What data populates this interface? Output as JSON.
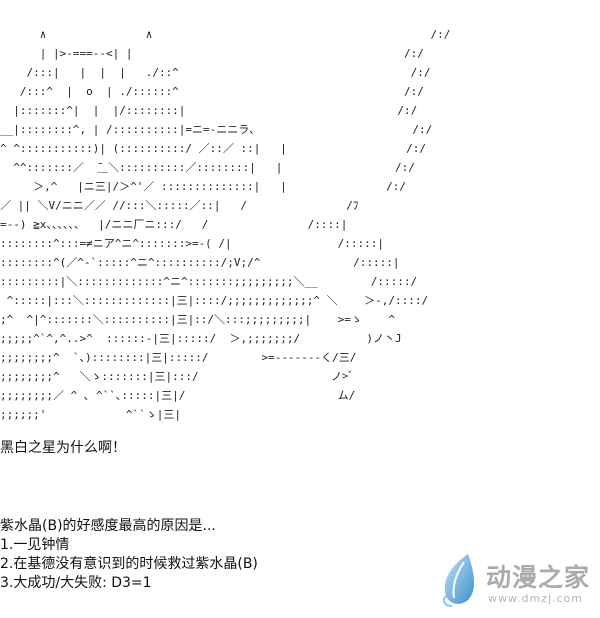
{
  "art_lines": [
    "      ∧               ∧                                          /:/",
    "      | |>-===--<| |                                         /:/",
    "    /:::|   |  |  |   ./::^                                   /:/",
    "   /:::^  |  o  | ./::::::^                                  /:/",
    "  |:::::::^|  |  |/::::::::|                                /:/",
    "__|::::::::^, | /::::::::::|=ニ=-ニニラ、                       /:/",
    "^ ^:::::::::::)| (::::::::::/ ／::／ ::|   |                  /:/",
    "  ^^:::::::／  ̄＿＼::::::::::／::::::::|   |                 /:/",
    "     ＞,^   |ニ三|/＞^'／ ::::::::::::::|   |               /:/",
    "／ || ＼V/ニニ／／ //:::＼:::::／::|   /               /ﾌ",
    "=--) ≧x、、、、、、  |/ニニ厂ニ:::/   /               /::::|",
    "::::::::^:::=≠ニア^ニ^:::::::>=-( /|                /:::::|",
    "::::::::^(／^-`:::::^ニ^::::::::::/;V;/^              /:::::|",
    ":::::::::|＼:::::::::::::^ニ^:::::::;;;;;;;;;＼__        /:::::/",
    " ^:::::|:::＼:::::::::::::|三|::::/;;;;;;;;;;;;;^ ＼    ＞-,/::::/",
    ";^  ^|^:::::::＼::::::::::|三|::/＼:::;;;;;;;;;|    >=ゝ    ^",
    ";;;;;^`^,^..>^  ::::::-|三|:::::/  ＞,;;;;;;;/          )ノ丶J",
    ";;;;;;;;^  `、)::::::::|三|:::::/        >=-------く/三/",
    ";;;;;;;;^   ＼ゝ:::::::|三|:::/                    ノ>ﾞ",
    ";;;;;;;;／ ^ ､ ^``､:::::|三|/                       ム/",
    ";;;;;;'            ^``ゝ|三|"
  ],
  "question": "黑白之星为什么啊！",
  "prompt": "紫水晶(B)的好感度最高的原因是...",
  "options": [
    "1.一见钟情",
    "2.在基德没有意识到的时候救过紫水晶(B)",
    "3.大成功/大失败: D3=1"
  ],
  "watermark": {
    "brand": "动漫之家",
    "url": "www.dmzj.com",
    "icon": "feather-drop-logo-icon",
    "color_primary": "#4a9fd8",
    "color_text": "#ababab"
  }
}
